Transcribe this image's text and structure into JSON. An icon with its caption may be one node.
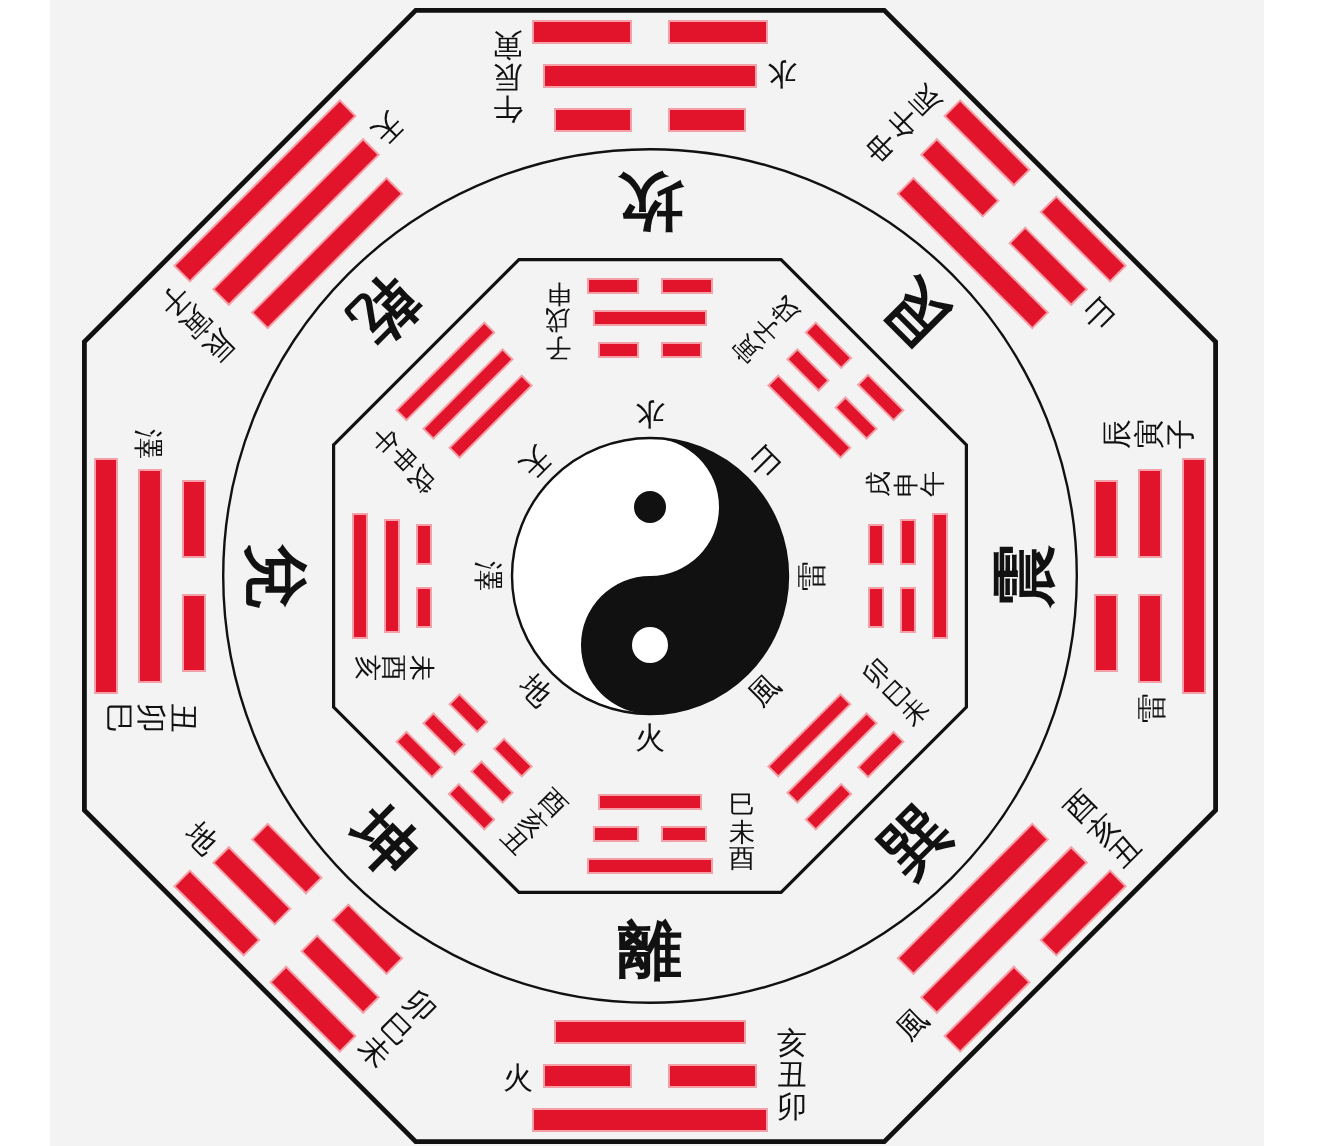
{
  "diagram": {
    "nodes": [
      {
        "text": [
          "水",
          "午辰寅",
          "山",
          "申午辰",
          "雷",
          "辰寅子",
          "風",
          "酉亥丑",
          "火",
          "亥丑卯",
          "地",
          "卯巳未",
          "澤",
          "丑卯巳",
          "天",
          "辰寅子"
        ]
      },
      {
        "text": [
          "坎",
          "艮",
          "震",
          "巽",
          "離",
          "坤",
          "兌",
          "乾"
        ],
        "in": 0
      },
      {
        "text": [
          "子戌申",
          "寅子戌",
          "戌申午",
          "卯巳未",
          "巳未酉",
          "酉亥丑",
          "未酉亥",
          "戌申午",
          "水",
          "山",
          "雷",
          "風",
          "火",
          "地",
          "澤",
          "天"
        ],
        "in": 1
      }
    ]
  }
}
